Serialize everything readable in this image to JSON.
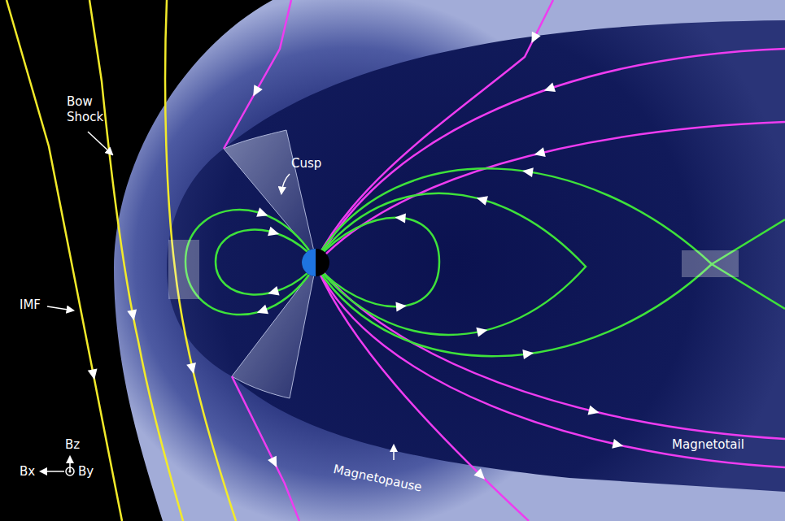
{
  "diagram": {
    "labels": [
      "Cusp",
      "Bow Shock",
      "IMF",
      "Magnetotail",
      "Magnetopause",
      "Bz",
      "Bx",
      "By"
    ]
  }
}
